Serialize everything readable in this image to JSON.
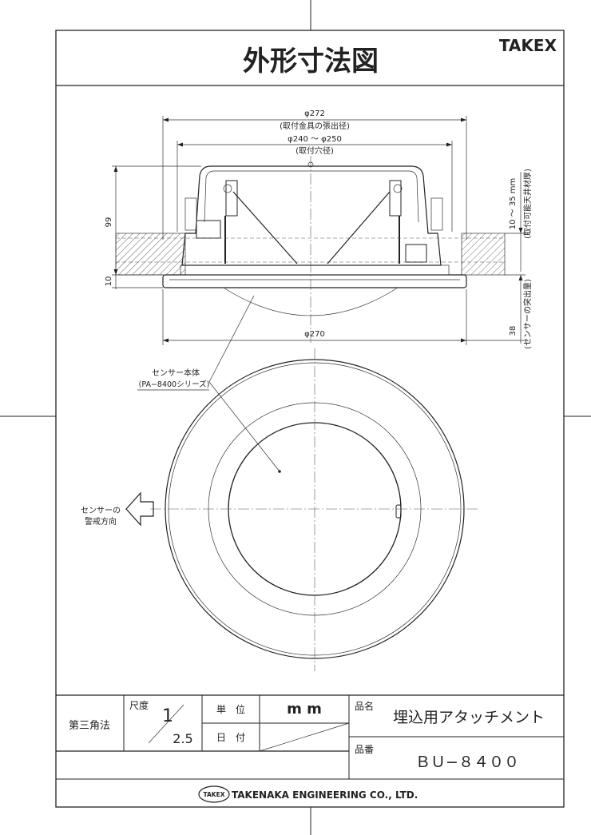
{
  "title": "外形寸法図",
  "brand": "TAKEX",
  "dimensions": {
    "phi272": "φ272",
    "phi272_note": "(取付金具の張出径)",
    "phi240_250": "φ240 〜 φ250",
    "phi240_note": "(取付穴径)",
    "phi270": "φ270",
    "d99": "99",
    "d10": "10",
    "d38": "38",
    "ceiling_range": "10 〜 35 mm",
    "ceiling_note": "(取付可能天井材厚)",
    "sensor_protrusion": "(センサーの突出量)"
  },
  "labels": {
    "sensor_body": "センサー本体",
    "sensor_series": "(PA−8400シリーズ)",
    "direction_line1": "センサーの",
    "direction_line2": "警戒方向"
  },
  "title_block": {
    "projection": "第三角法",
    "scale_label": "尺度",
    "scale_num": "1",
    "scale_den": "2.5",
    "unit_label": "単　位",
    "unit_value": "m m",
    "date_label": "日　付",
    "product_name_label": "品名",
    "product_name": "埋込用アタッチメント",
    "product_no_label": "品番",
    "product_no": "ＢＵ−８４００",
    "company_logo": "TAKEX",
    "company": "TAKENAKA ENGINEERING CO., LTD."
  }
}
